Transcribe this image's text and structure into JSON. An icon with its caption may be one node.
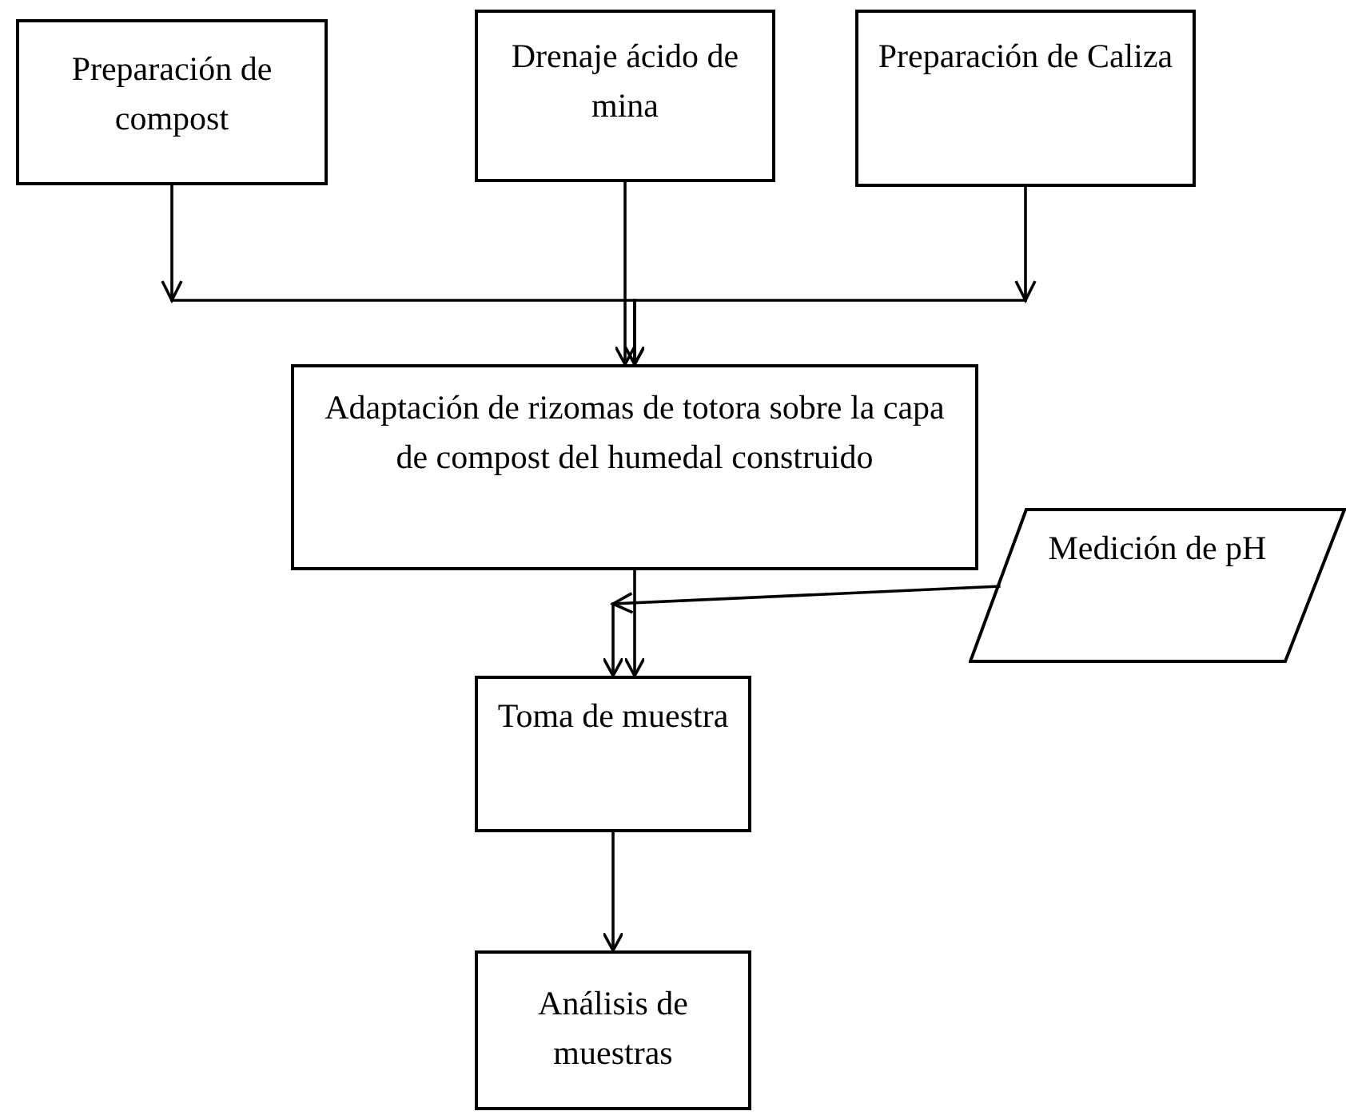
{
  "diagram": {
    "nodes": [
      {
        "text": [
          "Preparación de compost"
        ]
      },
      {
        "text": [
          "Drenaje ácido de mina"
        ]
      },
      {
        "text": [
          "Preparación de Caliza"
        ]
      },
      {
        "text": [
          "Adaptación de rizomas de totora sobre la capa de compost del humedal construido"
        ]
      },
      {
        "text": [
          "Toma de muestra"
        ]
      },
      {
        "text": [
          "Análisis de muestras"
        ]
      },
      {
        "text": [
          "Medición de pH"
        ]
      }
    ],
    "edges": [
      {
        "from": 0,
        "to": 3,
        "arrow": "to"
      },
      {
        "from": 1,
        "to": 3,
        "arrow": "to"
      },
      {
        "from": 2,
        "to": 3,
        "arrow": "to"
      },
      {
        "from": 3,
        "to": 4,
        "arrow": "to"
      },
      {
        "from": 6,
        "to": 4,
        "arrow": "to"
      },
      {
        "from": 4,
        "to": 5,
        "arrow": "to"
      }
    ]
  }
}
